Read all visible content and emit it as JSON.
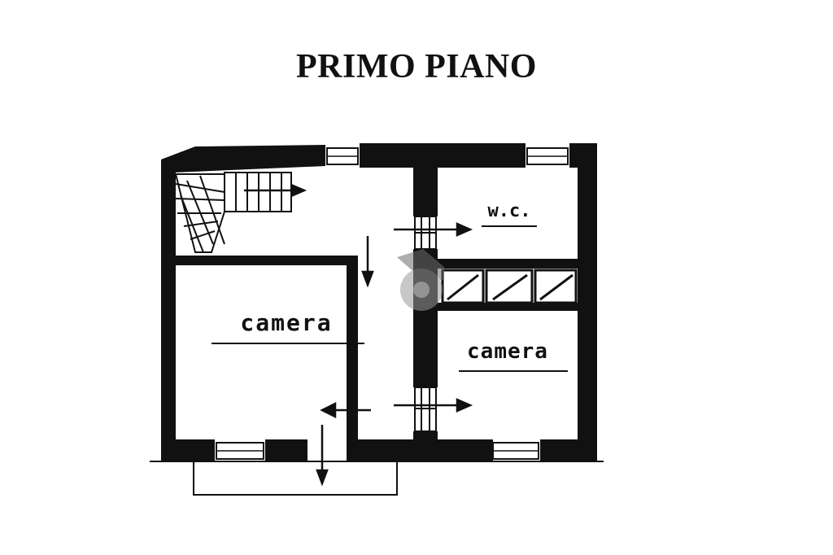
{
  "title": "PRIMO PIANO",
  "rooms": {
    "wc": "w.c.",
    "camera_left": "camera",
    "camera_right": "camera"
  },
  "colors": {
    "ink": "#111111",
    "paper": "#ffffff",
    "watermark": "#9a9a9a"
  }
}
